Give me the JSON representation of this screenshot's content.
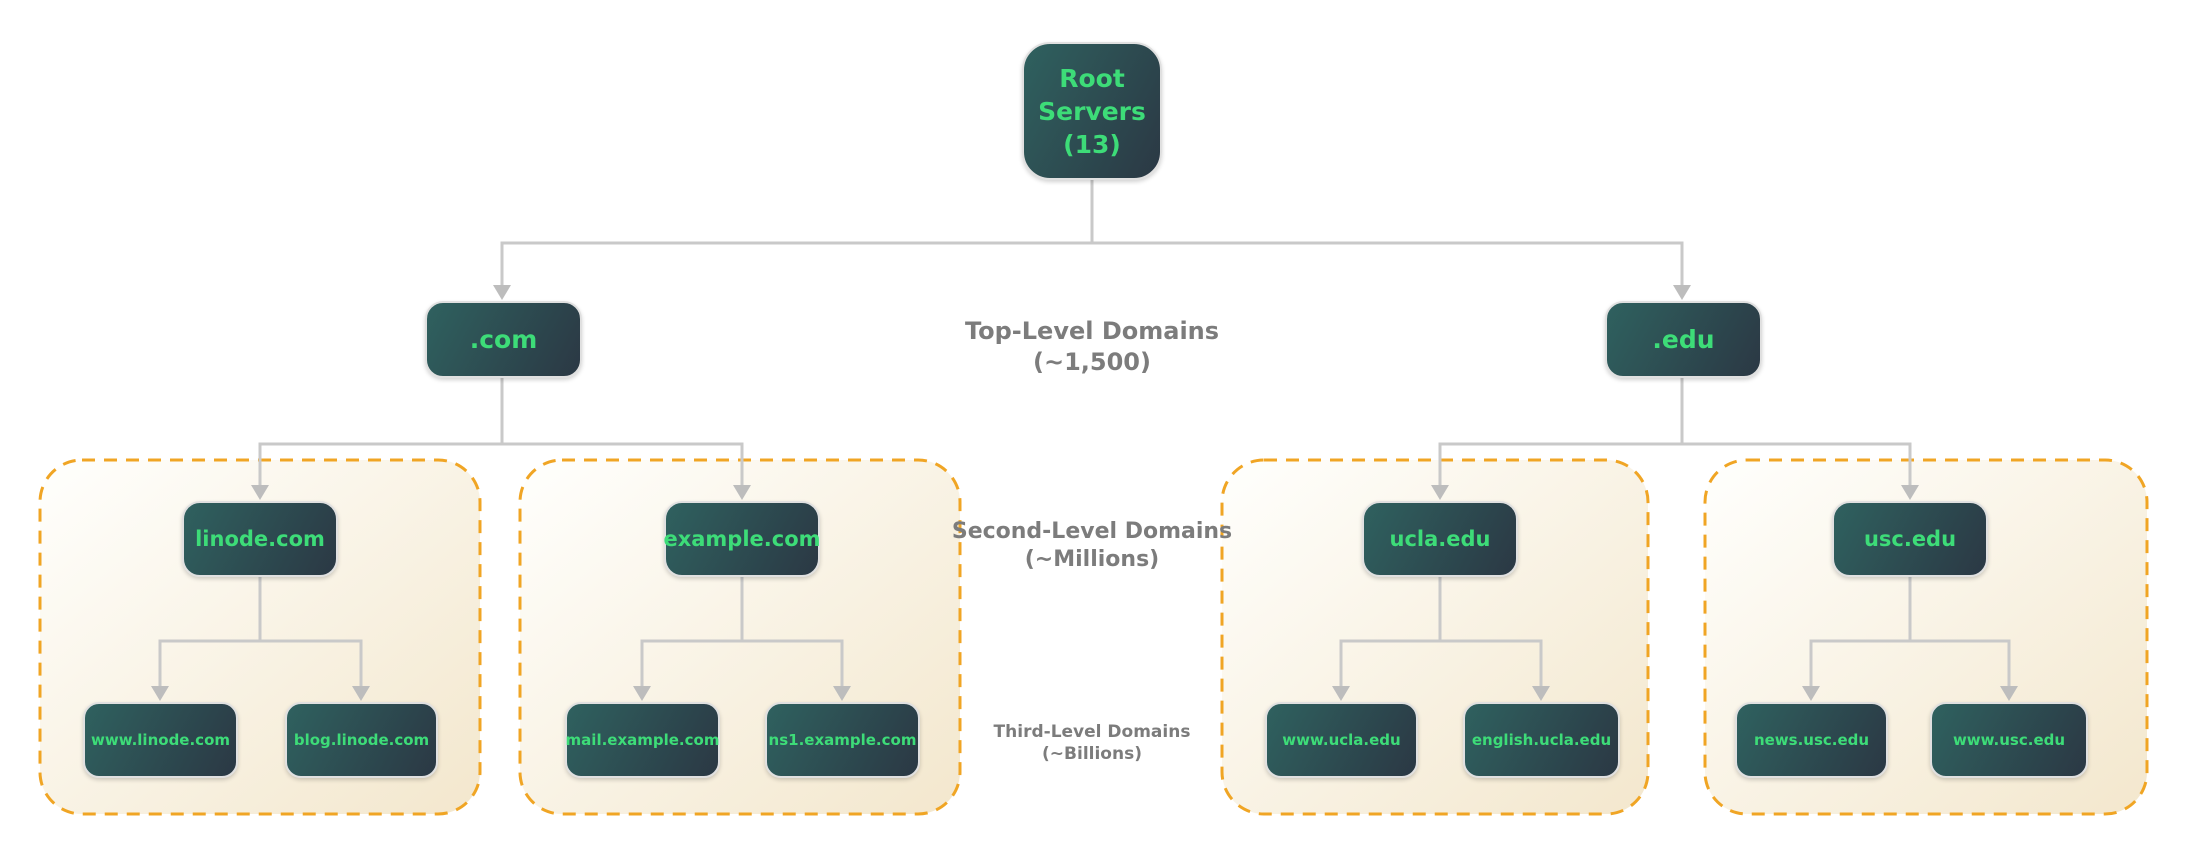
{
  "nodes": {
    "root": {
      "label": "Root Servers (13)"
    },
    "tlds": [
      {
        "label": ".com"
      },
      {
        "label": ".edu"
      }
    ],
    "second_level": [
      {
        "label": "linode.com"
      },
      {
        "label": "example.com"
      },
      {
        "label": "ucla.edu"
      },
      {
        "label": "usc.edu"
      }
    ],
    "third_level": [
      {
        "label": "www.linode.com"
      },
      {
        "label": "blog.linode.com"
      },
      {
        "label": "mail.example.com"
      },
      {
        "label": "ns1.example.com"
      },
      {
        "label": "www.ucla.edu"
      },
      {
        "label": "english.ucla.edu"
      },
      {
        "label": "news.usc.edu"
      },
      {
        "label": "www.usc.edu"
      }
    ]
  },
  "level_labels": [
    {
      "title": "Top-Level Domains",
      "count": "(~1,500)"
    },
    {
      "title": "Second-Level Domains",
      "count": "(~Millions)"
    },
    {
      "title": "Third-Level Domains",
      "count": "(~Billions)"
    }
  ],
  "colors": {
    "node_gradient_start": "#2f615f",
    "node_gradient_end": "#2b3844",
    "node_text_green": "#3ddc78",
    "connector_gray": "#c9c9c9",
    "arrowhead_gray": "#bdbdbd",
    "group_border_orange": "#f0a524",
    "group_bg_start": "#fffffd",
    "group_bg_end": "#f3e7cd",
    "label_gray": "#7c7c7c"
  }
}
